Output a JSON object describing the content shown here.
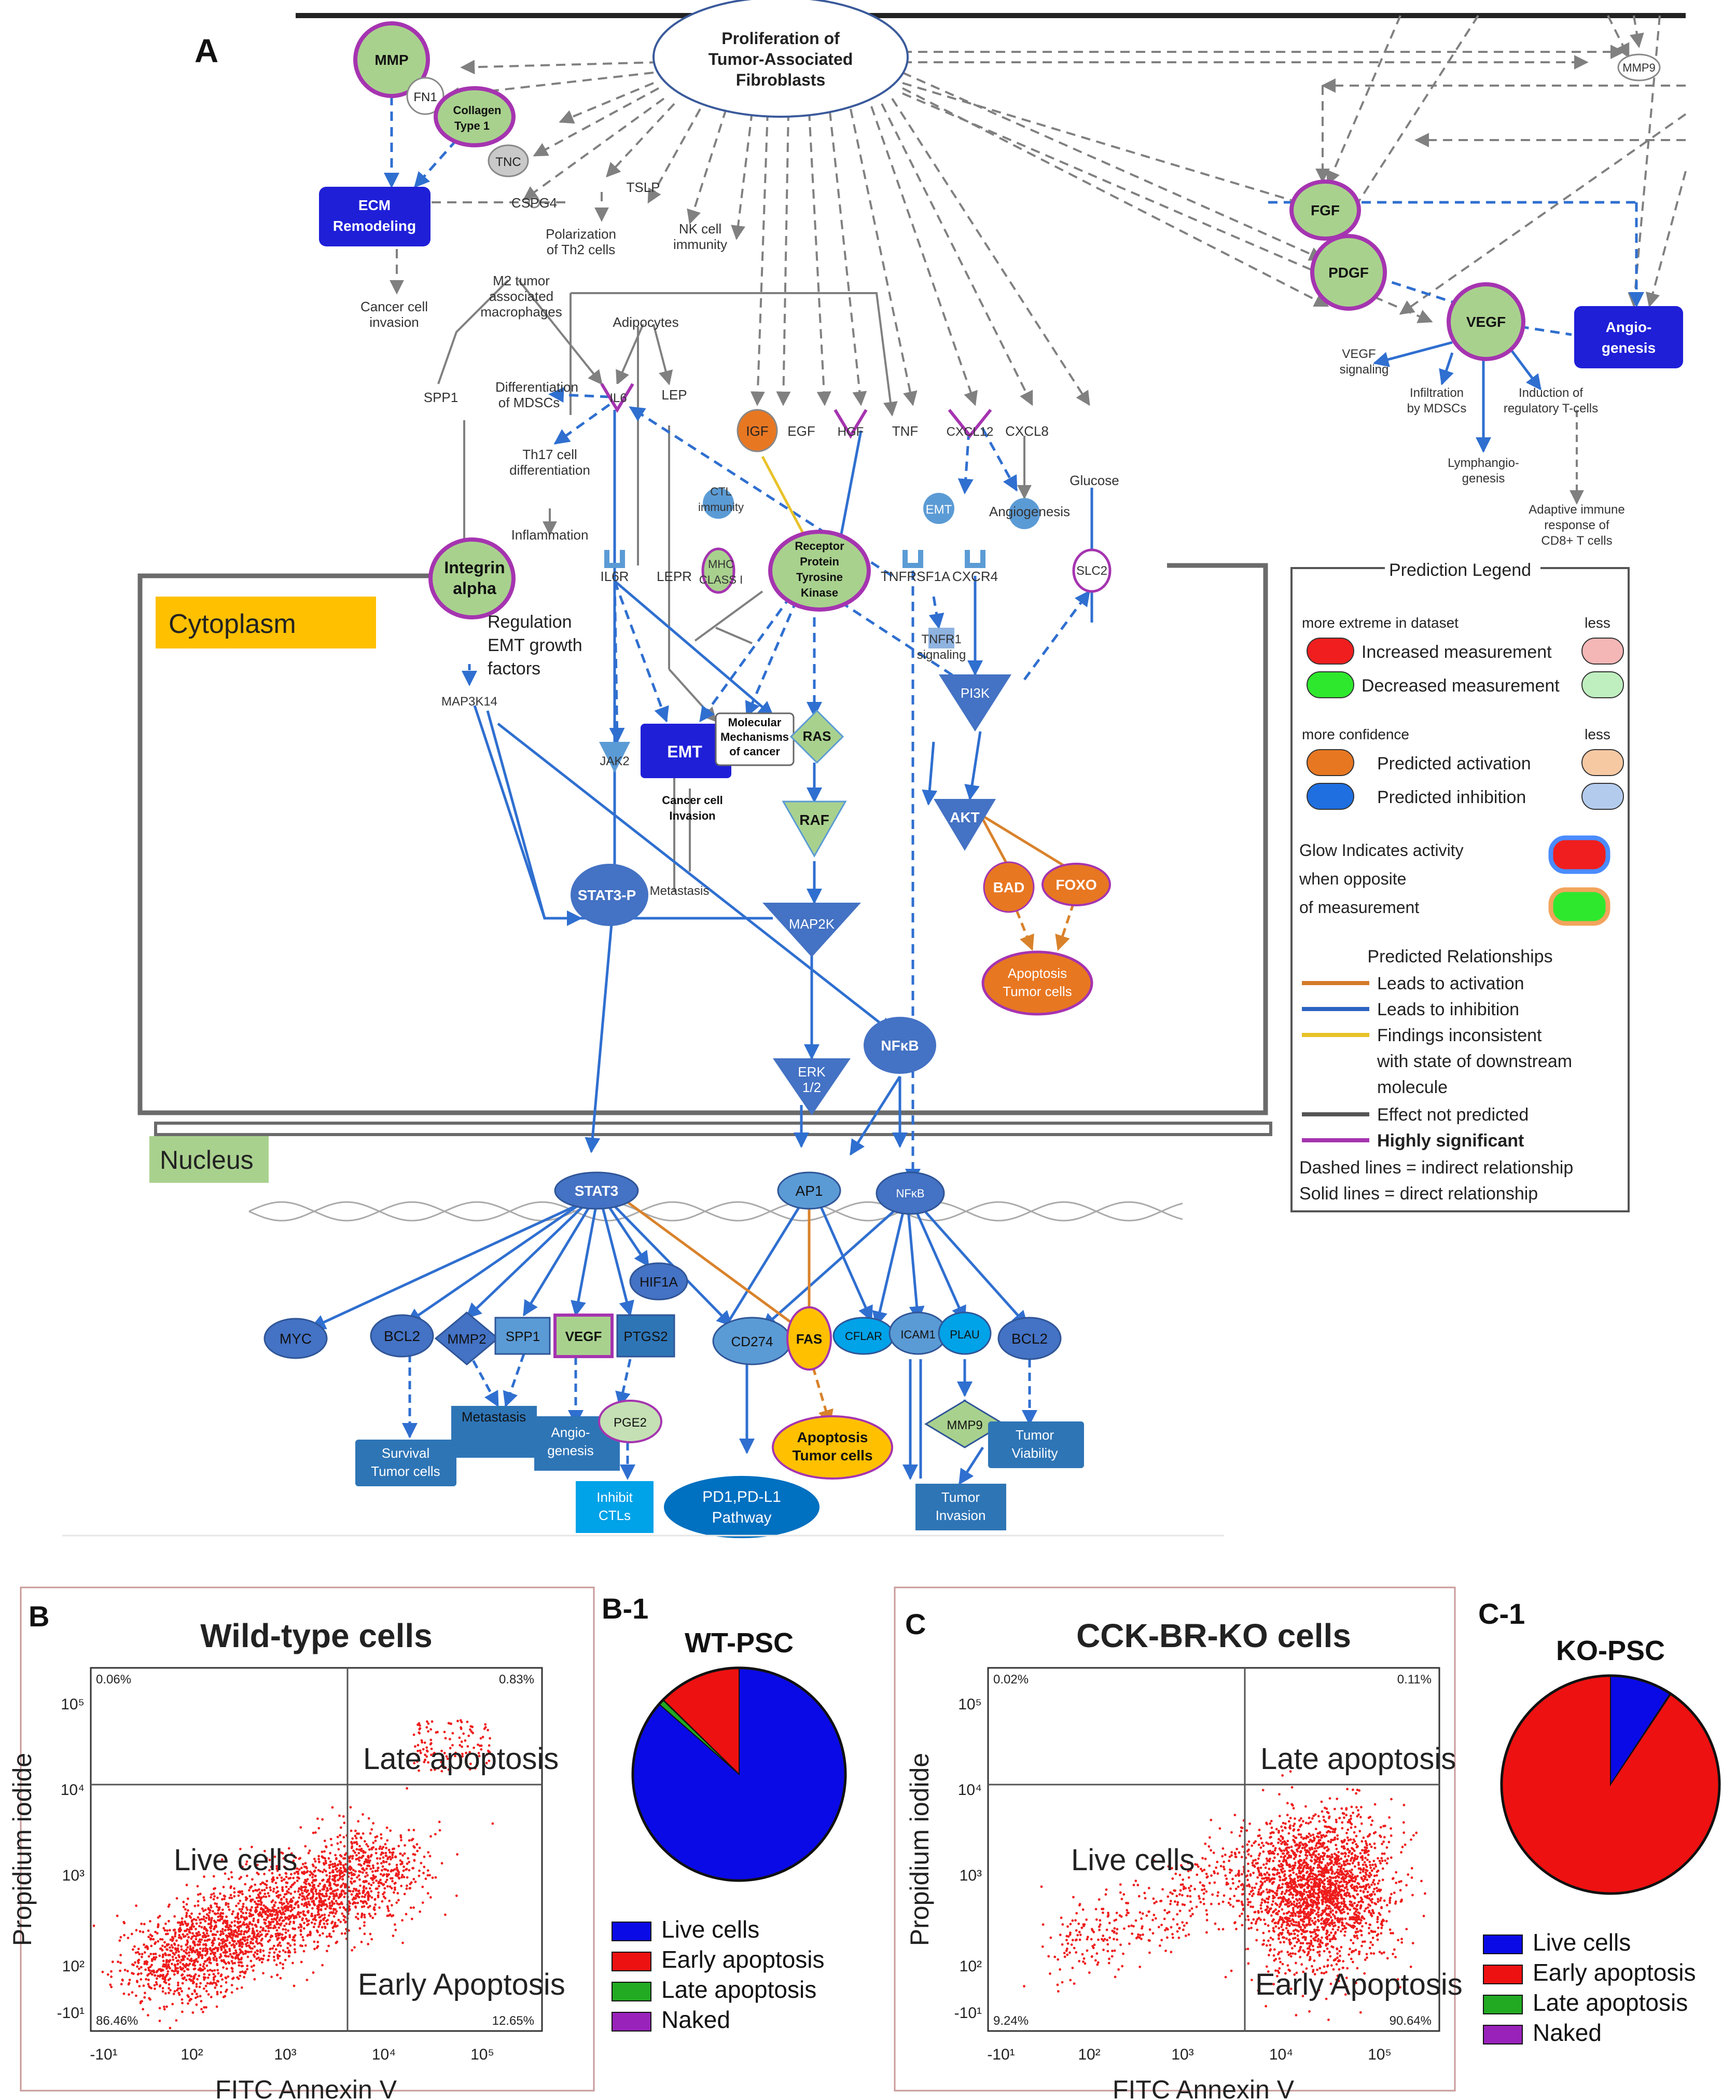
{
  "panels": {
    "A": "A",
    "B": "B",
    "B1": "B-1",
    "C": "C",
    "C1": "C-1"
  },
  "regions": {
    "cytoplasm": "Cytoplasm",
    "nucleus": "Nucleus"
  },
  "top": {
    "hub": [
      "Proliferation of",
      "Tumor-Associated",
      "Fibroblasts"
    ],
    "MMP": "MMP",
    "FN1": "FN1",
    "collagen": [
      "Collagen",
      "Type 1"
    ],
    "TNC": "TNC",
    "ecm": [
      "ECM",
      "Remodeling"
    ],
    "CSPG4": "CSPG4",
    "TSLP": "TSLP",
    "th2": [
      "Polarization",
      "of Th2 cells"
    ],
    "nk": [
      "NK cell",
      "immunity"
    ],
    "invasion": [
      "Cancer cell",
      "invasion"
    ],
    "m2": [
      "M2 tumor",
      "associated",
      "macrophages"
    ],
    "adipo": "Adipocytes",
    "SPP1": "SPP1",
    "mdsc": [
      "Differentiation",
      "of MDSCs"
    ],
    "IL6": "IL6",
    "LEP": "LEP",
    "IGF": "IGF",
    "EGF": "EGF",
    "HGF": "HGF",
    "TNF": "TNF",
    "CXCL12": "CXCL12",
    "CXCL8": "CXCL8",
    "th17": [
      "Th17 cell",
      "differentiation"
    ],
    "inflammation": "Inflammation",
    "ctl": [
      "CTL",
      "immunity"
    ],
    "EMT": "EMT",
    "angio": "Angiogenesis",
    "glucose": "Glucose",
    "MMP9": "MMP9",
    "FGF": "FGF",
    "PDGF": "PDGF",
    "VEGF": "VEGF",
    "angiogenesis": [
      "Angio-",
      "genesis"
    ],
    "vegfsig": [
      "VEGF",
      "signaling"
    ],
    "infil": [
      "Infiltration",
      "by MDSCs"
    ],
    "induct": [
      "Induction of",
      "regulatory T-cells"
    ],
    "lymph": [
      "Lymphangio-",
      "genesis"
    ],
    "adaptive": [
      "Adaptive immune",
      "response of",
      "CD8+ T cells"
    ]
  },
  "cyto": {
    "integrin": [
      "Integrin",
      "alpha"
    ],
    "reg": [
      "Regulation",
      "EMT growth",
      "factors"
    ],
    "IL6R": "IL6R",
    "LEPR": "LEPR",
    "MHC": [
      "MHC",
      "CLASS I"
    ],
    "rtk": [
      "Receptor",
      "Protein",
      "Tyrosine",
      "Kinase"
    ],
    "TNFRSF1A": "TNFRSF1A",
    "CXCR4": "CXCR4",
    "SLC2": "SLC2",
    "tnfr1": [
      "TNFR1",
      "signaling"
    ],
    "MAP3K14": "MAP3K14",
    "JAK2": "JAK2",
    "EMT": "EMT",
    "mol": [
      "Molecular",
      "Mechanisms",
      "of cancer"
    ],
    "RAS": "RAS",
    "PI3K": "PI3K",
    "cinv": [
      "Cancer cell",
      "Invasion"
    ],
    "RAF": "RAF",
    "AKT": "AKT",
    "STAT3P": "STAT3-P",
    "metastasis": "Metastasis",
    "MAP2K": "MAP2K",
    "BAD": "BAD",
    "FOXO": "FOXO",
    "apop": [
      "Apoptosis",
      "Tumor cells"
    ],
    "ERK": [
      "ERK",
      "1/2"
    ],
    "NFKB": "NFκB"
  },
  "nuc": {
    "STAT3": "STAT3",
    "AP1": "AP1",
    "NFKB": "NFκB",
    "HIF1A": "HIF1A",
    "MYC": "MYC",
    "BCL2a": "BCL2",
    "MMP2": "MMP2",
    "SPP1": "SPP1",
    "VEGF": "VEGF",
    "PTGS2": "PTGS2",
    "CD274": "CD274",
    "FAS": "FAS",
    "CFLAR": "CFLAR",
    "ICAM1": "ICAM1",
    "PLAU": "PLAU",
    "BCL2b": "BCL2",
    "metastasis": "Metastasis",
    "survival": [
      "Survival",
      "Tumor cells"
    ],
    "angio": [
      "Angio-",
      "genesis"
    ],
    "PGE2": "PGE2",
    "apop": [
      "Apoptosis",
      "Tumor cells"
    ],
    "MMP9": "MMP9",
    "viability": [
      "Tumor",
      "Viability"
    ],
    "inhibit": [
      "Inhibit",
      "CTLs"
    ],
    "pd1": [
      "PD1,PD-L1",
      "Pathway"
    ],
    "tinv": [
      "Tumor",
      "Invasion"
    ]
  },
  "legend": {
    "title": "Prediction Legend",
    "moreExtreme": "more extreme in dataset",
    "less1": "less",
    "increased": "Increased measurement",
    "decreased": "Decreased measurement",
    "moreConf": "more confidence",
    "less2": "less",
    "predAct": "Predicted activation",
    "predInh": "Predicted inhibition",
    "glow": [
      "Glow Indicates activity",
      "when opposite",
      "of measurement"
    ],
    "relTitle": "Predicted Relationships",
    "rel": [
      "Leads to activation",
      "Leads to inhibition",
      "Findings inconsistent",
      "with state of downstream",
      "molecule",
      "Effect not predicted",
      "Highly significant"
    ],
    "dashed": "Dashed lines = indirect relationship",
    "solid": "Solid lines = direct relationship",
    "colors": {
      "increased": "#f01e1e",
      "increasedLess": "#f5b6b6",
      "decreased": "#2ee82e",
      "decreasedLess": "#bfeebf",
      "activation": "#e87722",
      "activationLess": "#f6c9a3",
      "inhibition": "#1f6fe0",
      "inhibitionLess": "#b3ccee",
      "leadsAct": "#d47b2a",
      "leadsInh": "#2c64c2",
      "inconsistent": "#e8c229",
      "notPredicted": "#555555",
      "significant": "#a534b0"
    }
  },
  "chart_data": [
    {
      "type": "scatter",
      "title": "Wild-type cells",
      "xlabel": "FITC Annexin V",
      "ylabel": "Propidium iodide",
      "xticks": [
        "-10¹",
        "10²",
        "10³",
        "10⁴",
        "10⁵"
      ],
      "yticks": [
        "10⁵",
        "10⁴",
        "10³",
        "10²",
        "-10¹"
      ],
      "quadrants": {
        "upper_left": "0.06%",
        "upper_right": "0.83%",
        "lower_left": "86.46%",
        "lower_right": "12.65%"
      },
      "region_labels": {
        "late": "Late apoptosis",
        "live": "Live cells",
        "early": "Early Apoptosis"
      },
      "point_color": "#ee1c1c"
    },
    {
      "type": "pie",
      "title": "WT-PSC",
      "labels": [
        "Live cells",
        "Early apoptosis",
        "Late apoptosis",
        "Naked"
      ],
      "values": [
        86.46,
        12.65,
        0.83,
        0.06
      ],
      "colors": [
        "#0a0ae6",
        "#ee1111",
        "#22aa22",
        "#9922bb"
      ]
    },
    {
      "type": "scatter",
      "title": "CCK-BR-KO cells",
      "xlabel": "FITC Annexin V",
      "ylabel": "Propidium iodide",
      "xticks": [
        "-10¹",
        "10²",
        "10³",
        "10⁴",
        "10⁵"
      ],
      "yticks": [
        "10⁵",
        "10⁴",
        "10³",
        "10²",
        "-10¹"
      ],
      "quadrants": {
        "upper_left": "0.02%",
        "upper_right": "0.11%",
        "lower_left": "9.24%",
        "lower_right": "90.64%"
      },
      "region_labels": {
        "late": "Late apoptosis",
        "live": "Live cells",
        "early": "Early Apoptosis"
      },
      "point_color": "#ee1c1c"
    },
    {
      "type": "pie",
      "title": "KO-PSC",
      "labels": [
        "Live cells",
        "Early apoptosis",
        "Late apoptosis",
        "Naked"
      ],
      "values": [
        9.24,
        90.64,
        0.11,
        0.02
      ],
      "colors": [
        "#0a0ae6",
        "#ee1111",
        "#22aa22",
        "#9922bb"
      ]
    }
  ]
}
